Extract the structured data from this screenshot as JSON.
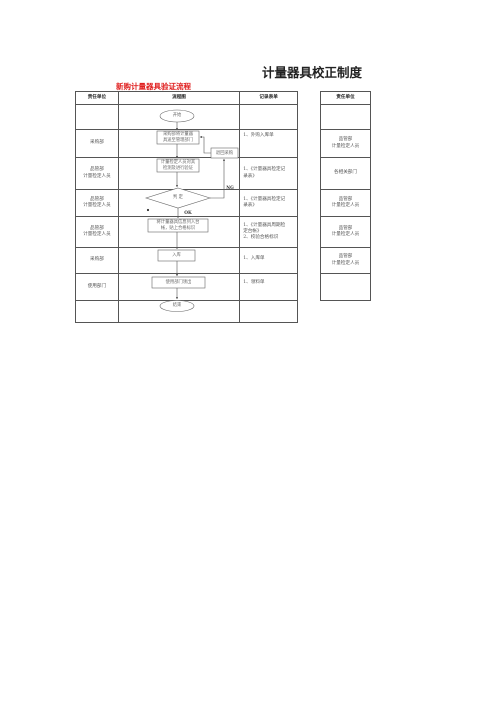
{
  "title": "计量器具校正制度",
  "subtitle": "新购计量器具验证流程",
  "headers": {
    "dept": "责任单位",
    "flow": "流程图",
    "record": "记录表单",
    "resp": "责任单位"
  },
  "rows": [
    {
      "dept": "",
      "record": "",
      "resp": ""
    },
    {
      "dept": "采购部",
      "record": "1、外购入库单",
      "resp": "品管部\n计量检定人员"
    },
    {
      "dept": "品管部\n计量检定人员",
      "record": "1、《计量器具检定记\n录表》",
      "resp": "各相关部门"
    },
    {
      "dept": "品管部\n计量检定人员",
      "record": "1、《计量器具检定记\n录表》",
      "resp": "品管部\n计量检定人员"
    },
    {
      "dept": "品管部\n计量检定人员",
      "record": "1、《计量器具周期检\n定台帐》\n2、校验合格标识",
      "resp": "品管部\n计量检定人员"
    },
    {
      "dept": "采购部",
      "record": "1、入库单",
      "resp": "品管部\n计量检定人员"
    },
    {
      "dept": "使用部门",
      "record": "1、领料单",
      "resp": ""
    },
    {
      "dept": "",
      "record": "",
      "resp": ""
    }
  ],
  "flow": {
    "start": "开始",
    "step1": "采购部将计量器\n具送至管理部门",
    "return": "退回采购",
    "step2": "计量检定人员对其\n检测及进行验证",
    "decision": "判  定",
    "ng": "NG",
    "ok": "OK",
    "step3": "将计量器具信息列入台\n帐，贴上合格标识",
    "step4": "入库",
    "step5": "使用部门领出",
    "end": "结束"
  }
}
